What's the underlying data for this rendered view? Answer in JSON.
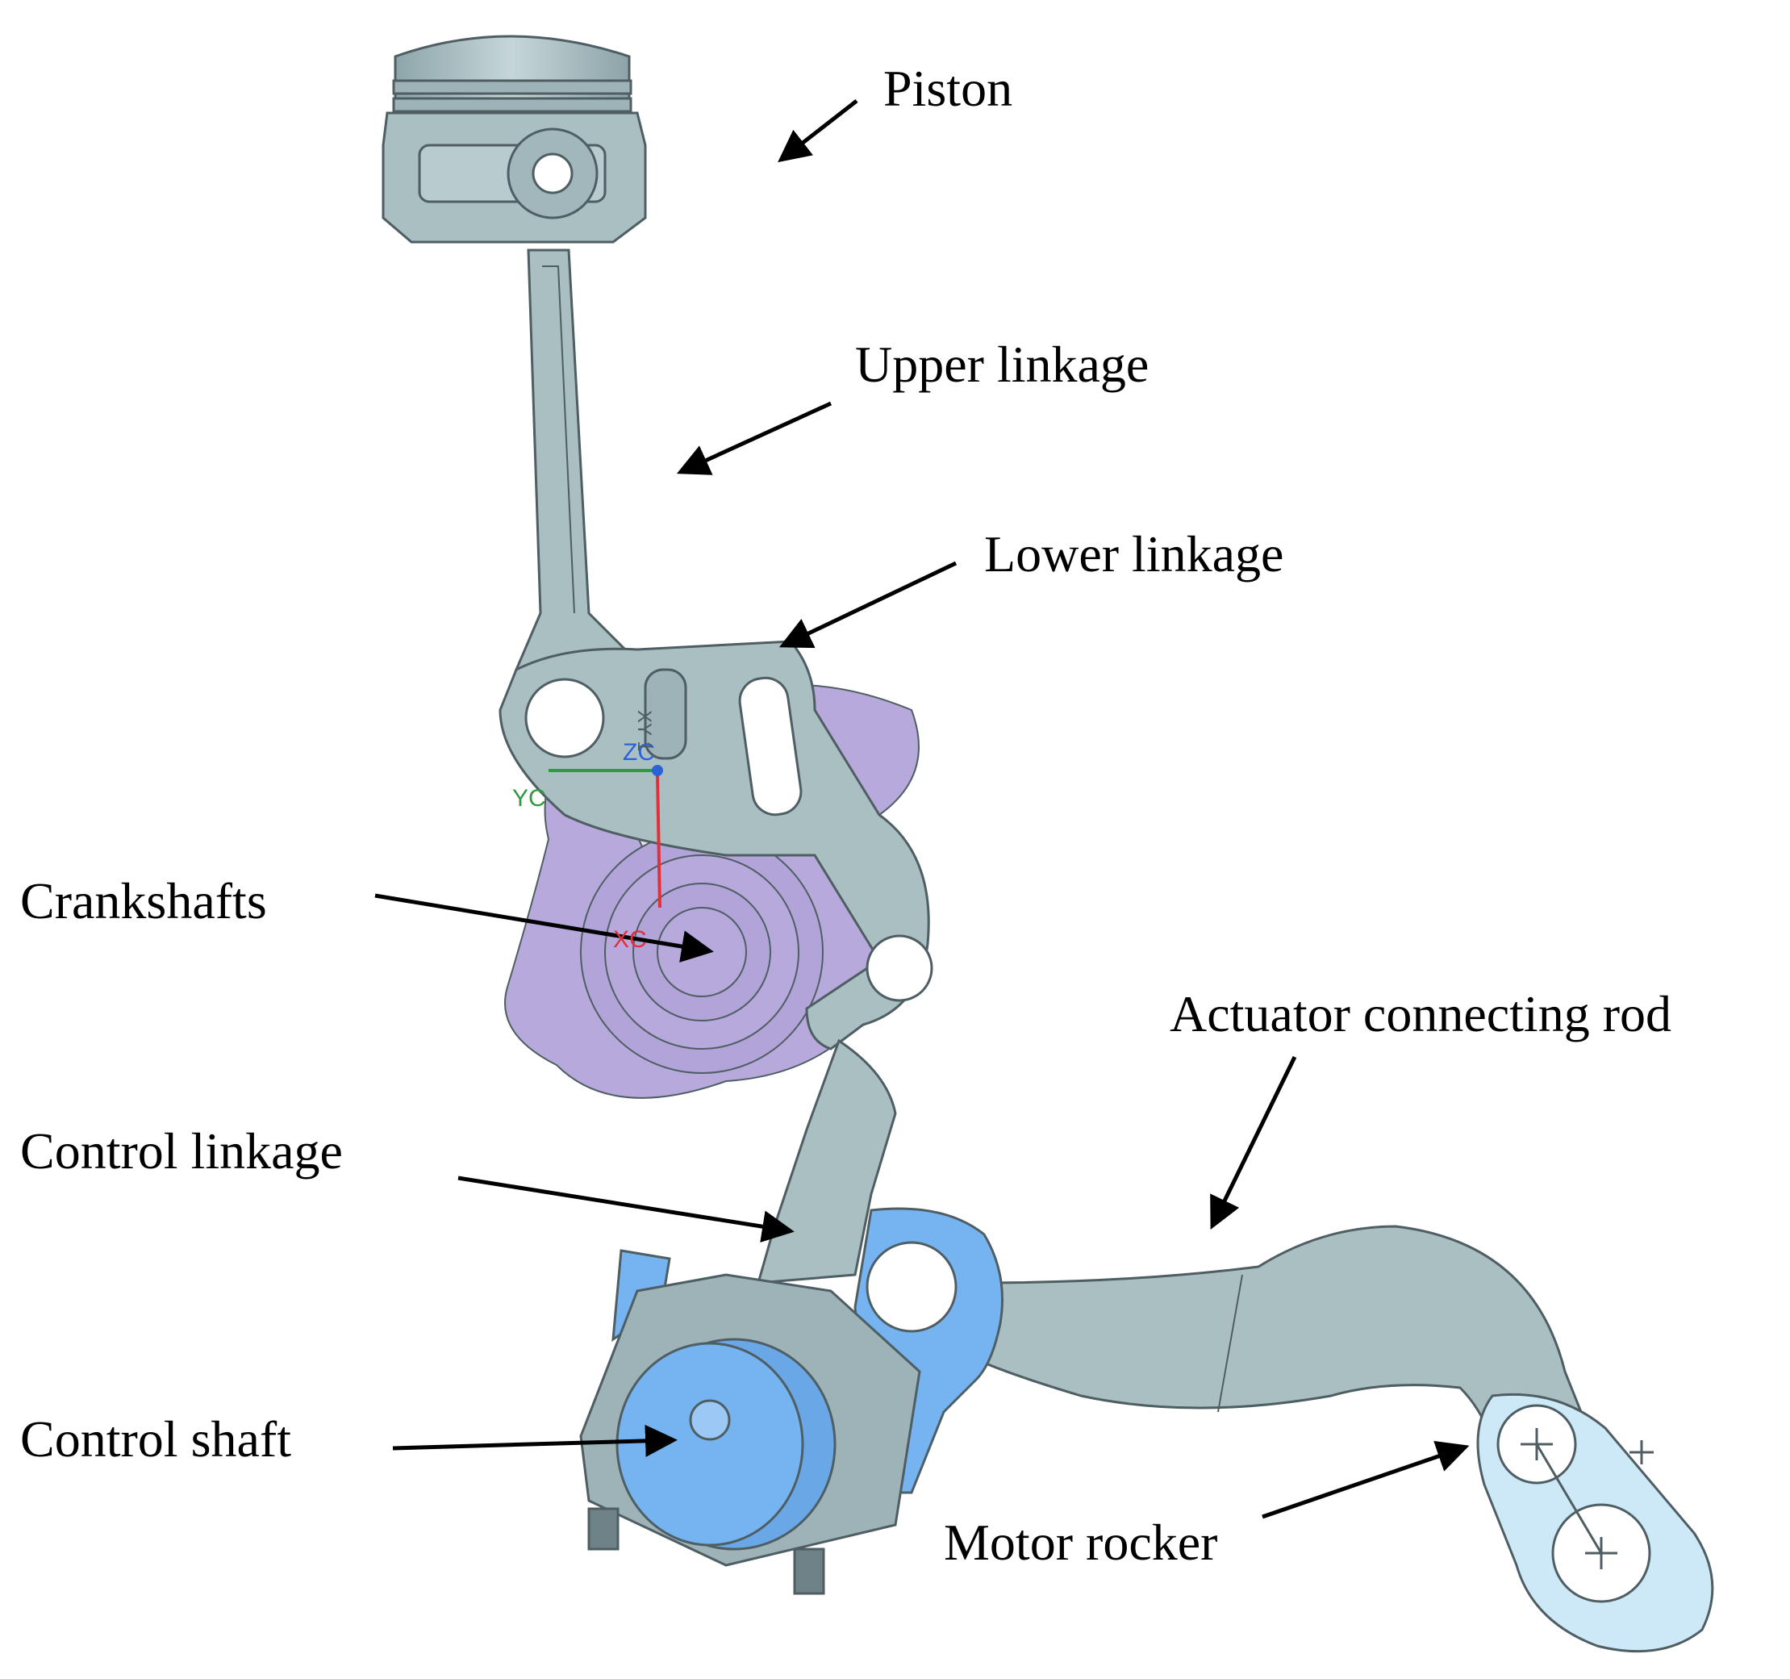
{
  "labels": {
    "piston": "Piston",
    "upper_linkage": "Upper linkage",
    "lower_linkage": "Lower linkage",
    "crankshafts": "Crankshafts",
    "actuator_connecting_rod": "Actuator connecting rod",
    "control_linkage": "Control linkage",
    "control_shaft": "Control shaft",
    "motor_rocker": "Motor rocker"
  },
  "axes": {
    "x": "XC",
    "y": "YC",
    "z": "ZC"
  },
  "part_stamp": "XY 1",
  "colors": {
    "metal": "#a9bfc2",
    "metal_dark": "#4e5e62",
    "crankshaft": "#b7a9dc",
    "control_shaft": "#76b4f1",
    "rocker": "#cde9f7",
    "axis_x": "#e0303a",
    "axis_y": "#2f9a3f",
    "axis_z": "#2b62d9"
  }
}
